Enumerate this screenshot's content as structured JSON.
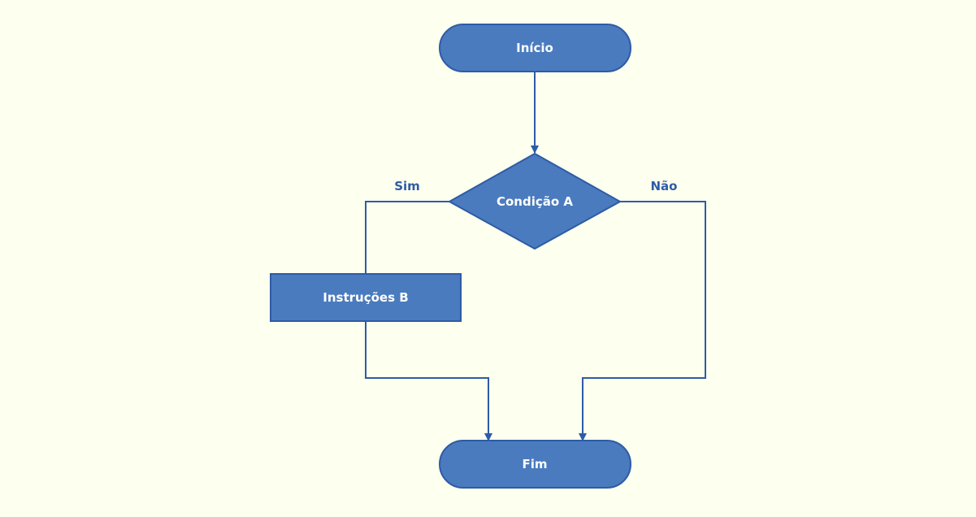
{
  "diagram": {
    "nodes": {
      "start": {
        "label": "Início",
        "shape": "terminator"
      },
      "decision": {
        "label": "Condição A",
        "shape": "decision"
      },
      "process": {
        "label": "Instruções B",
        "shape": "process"
      },
      "end": {
        "label": "Fim",
        "shape": "terminator"
      }
    },
    "edges": {
      "yes_label": "Sim",
      "no_label": "Não"
    },
    "colors": {
      "background": "#FDFFEF",
      "node_fill": "#4A7BBE",
      "line": "#2E5BA6",
      "node_text": "#FFFFFF",
      "edge_label": "#2E5BA6"
    }
  }
}
